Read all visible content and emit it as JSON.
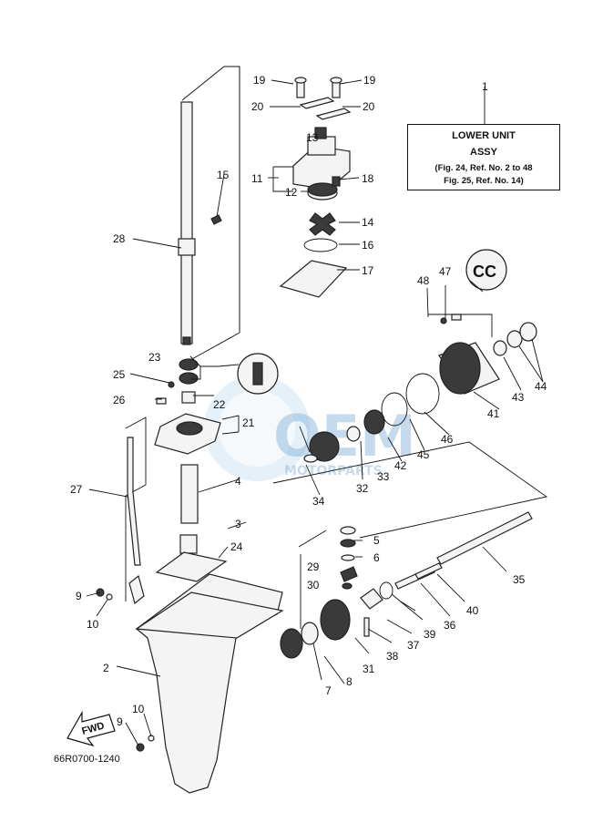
{
  "info_box": {
    "ref": "1",
    "title": "LOWER UNIT",
    "subtitle": "ASSY",
    "line1": "(Fig. 24, Ref. No. 2 to 48",
    "line2": "Fig. 25, Ref. No. 14)"
  },
  "drawing_code": "66R0700-1240",
  "watermark": {
    "brand": "OEM",
    "tagline": "MOTORPARTS"
  },
  "fwd_label": "FWD",
  "cc_label": "CC",
  "callouts": {
    "p1": "1",
    "p2": "2",
    "p3": "3",
    "p4": "4",
    "p5": "5",
    "p6": "6",
    "p7": "7",
    "p8": "8",
    "p9a": "9",
    "p9b": "9",
    "p10a": "10",
    "p10b": "10",
    "p11": "11",
    "p12": "12",
    "p13": "13",
    "p14": "14",
    "p15": "15",
    "p16": "16",
    "p17": "17",
    "p18": "18",
    "p19a": "19",
    "p19b": "19",
    "p20a": "20",
    "p20b": "20",
    "p21": "21",
    "p22": "22",
    "p23": "23",
    "p24": "24",
    "p25": "25",
    "p26": "26",
    "p27": "27",
    "p28": "28",
    "p29": "29",
    "p30": "30",
    "p31": "31",
    "p32": "32",
    "p33": "33",
    "p34": "34",
    "p35": "35",
    "p36": "36",
    "p37": "37",
    "p38": "38",
    "p39": "39",
    "p40": "40",
    "p41": "41",
    "p42": "42",
    "p43": "43",
    "p44": "44",
    "p45": "45",
    "p46": "46",
    "p47": "47",
    "p48": "48"
  }
}
